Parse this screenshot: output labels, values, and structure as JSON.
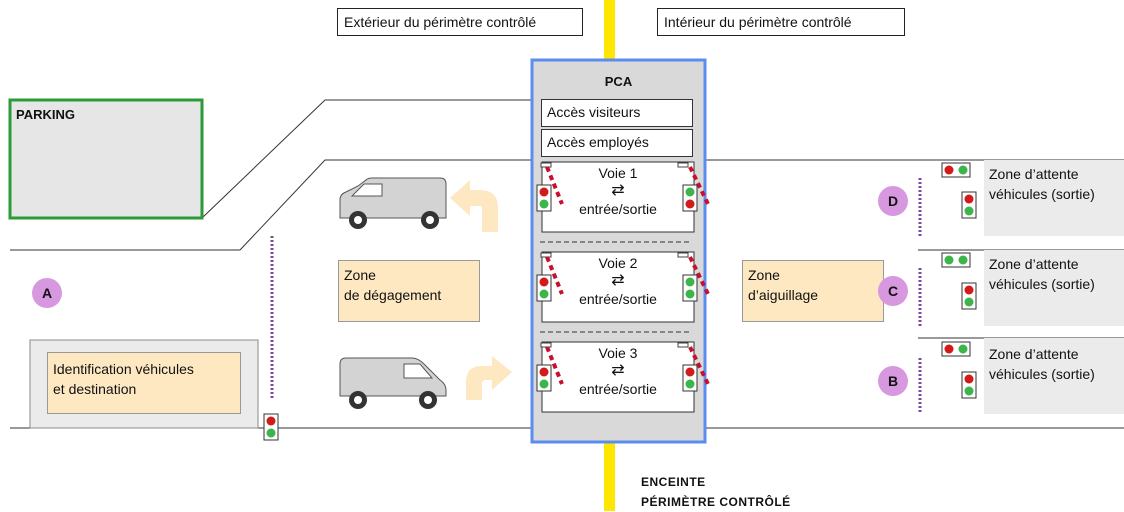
{
  "header": {
    "outside_label": "Extérieur du périmètre contrôlé",
    "inside_label": "Intérieur du périmètre contrôlé"
  },
  "pca": {
    "title": "PCA",
    "visitor_access": "Accès visiteurs",
    "employee_access": "Accès employés",
    "lanes": [
      {
        "name": "Voie 1",
        "arrows": "⇄",
        "mode": "entrée/sortie"
      },
      {
        "name": "Voie 2",
        "arrows": "⇄",
        "mode": "entrée/sortie"
      },
      {
        "name": "Voie 3",
        "arrows": "⇄",
        "mode": "entrée/sortie"
      }
    ]
  },
  "parking": {
    "label": "PARKING"
  },
  "zones": {
    "clearance": "Zone\nde dégagement",
    "switching": "Zone\nd’aiguillage",
    "identification": "Identification véhicules\net destination"
  },
  "waiting_zones": [
    {
      "label": "Zone d’attente\nvéhicules (sortie)",
      "badge": "D"
    },
    {
      "label": "Zone d’attente\nvéhicules (sortie)",
      "badge": "C"
    },
    {
      "label": "Zone d’attente\nvéhicules (sortie)",
      "badge": "B"
    }
  ],
  "badge_a": "A",
  "enceinte": {
    "line1": "ENCEINTE",
    "line2": "PÉRIMÈTRE CONTRÔLÉ"
  },
  "colors": {
    "perimeter_line": "#ffe600",
    "pca_border": "#5b8def",
    "pca_fill": "#d9d9d9",
    "parking_border": "#2a9a3a",
    "zone_fill": "#fde8c2",
    "badge_fill": "#d898e0",
    "arrow_fill": "#fde8c2"
  }
}
